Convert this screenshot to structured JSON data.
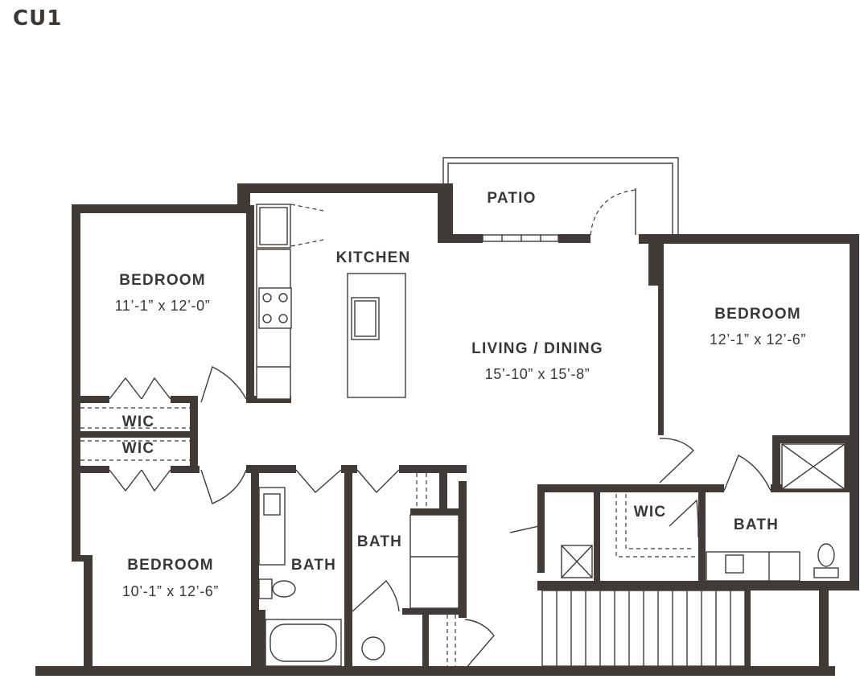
{
  "plan": {
    "unit_name": "CU1",
    "colors": {
      "wall": "#403b39",
      "text": "#3a3735",
      "background": "#ffffff"
    },
    "rooms": {
      "bedroom_left_top": {
        "name": "BEDROOM",
        "size": "11’-1” x 12’-0”"
      },
      "bedroom_left_bottom": {
        "name": "BEDROOM",
        "size": "10’-1” x 12’-6”"
      },
      "bedroom_right": {
        "name": "BEDROOM",
        "size": "12’-1” x 12’-6”"
      },
      "living_dining": {
        "name": "LIVING / DINING",
        "size": "15’-10” x 15’-8”"
      },
      "kitchen": {
        "name": "KITCHEN"
      },
      "patio": {
        "name": "PATIO"
      },
      "wic_left_top": {
        "name": "WIC"
      },
      "wic_left_bottom": {
        "name": "WIC"
      },
      "wic_right": {
        "name": "WIC"
      },
      "bath_center_left": {
        "name": "BATH"
      },
      "bath_center": {
        "name": "BATH"
      },
      "bath_right": {
        "name": "BATH"
      }
    }
  }
}
